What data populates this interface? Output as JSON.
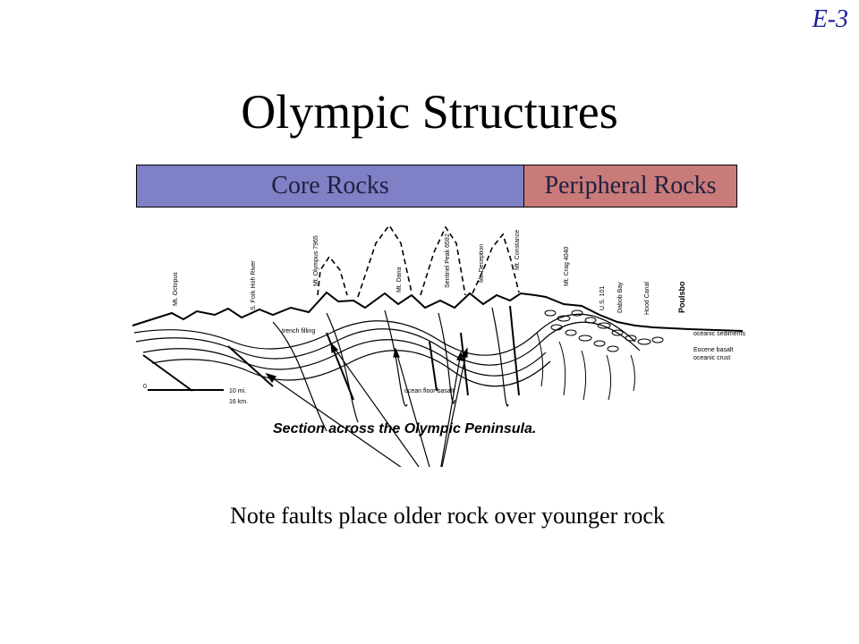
{
  "slide_id": "E-3",
  "title": "Olympic Structures",
  "bands": {
    "core": "Core Rocks",
    "peripheral": "Peripheral Rocks"
  },
  "figure": {
    "caption": "Section across the Olympic Peninsula.",
    "peaks": [
      "Mt. Octopus",
      "S. Fork Hoh River",
      "Mt. Olympus 7965",
      "Mt. Dana",
      "Sentinel Peak 6592",
      "Mt. Deception",
      "Mt. Constance",
      "Mt. Crag 4040",
      "U.S. 101",
      "Dabob Bay",
      "Hood Canal",
      "Poulsbo"
    ],
    "labels": {
      "trench_filling": "trench filling",
      "ocean_floor_basalt": "ocean floor basalt",
      "oceanic_sediments": "oceanic sediments",
      "eocene_basalt": "Eocene basalt",
      "oceanic_crust": "oceanic crust",
      "scale_0": "0",
      "scale_mi": "10 mi.",
      "scale_km": "16 km."
    }
  },
  "note": "Note faults place older rock over younger rock"
}
